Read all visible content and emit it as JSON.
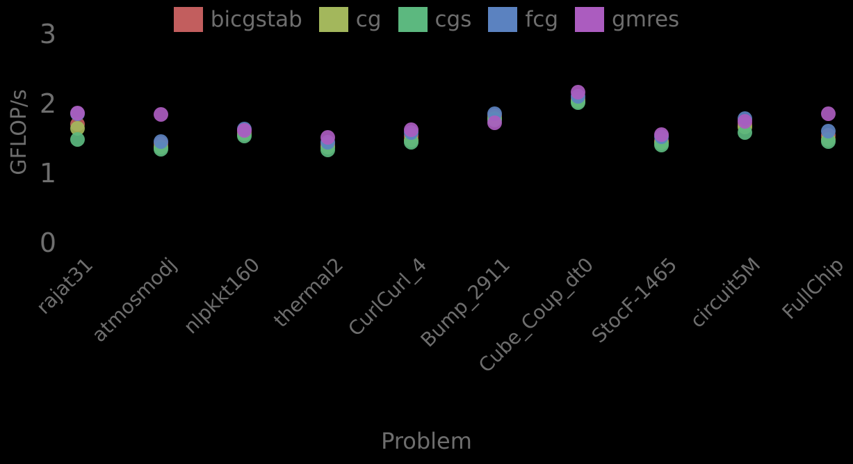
{
  "legend": {
    "position": "top-center",
    "entries": [
      {
        "label": "bicgstab",
        "color": "#c25e5e",
        "swatch_name": "legend-swatch-bicgstab"
      },
      {
        "label": "cg",
        "color": "#a3b75c",
        "swatch_name": "legend-swatch-cg"
      },
      {
        "label": "cgs",
        "color": "#5cb87f",
        "swatch_name": "legend-swatch-cgs"
      },
      {
        "label": "fcg",
        "color": "#5b82c0",
        "swatch_name": "legend-swatch-fcg"
      },
      {
        "label": "gmres",
        "color": "#ab5cbf",
        "swatch_name": "legend-swatch-gmres"
      }
    ]
  },
  "chart_data": {
    "type": "scatter",
    "title": "",
    "xlabel": "Problem",
    "ylabel": "GFLOP/s",
    "ylim": [
      0,
      3.2
    ],
    "yticks": [
      0,
      1,
      2,
      3
    ],
    "ytick_labels": [
      "0",
      "1",
      "2",
      "3"
    ],
    "grid": false,
    "background": "#000000",
    "text_color": "#6e6e6e",
    "categories": [
      "rajat31",
      "atmosmodj",
      "nlpkkt160",
      "thermal2",
      "CurlCurl_4",
      "Bump_2911",
      "Cube_Coup_dt0",
      "StocF-1465",
      "circuit5M",
      "FullChip"
    ],
    "series": [
      {
        "name": "bicgstab",
        "color": "#c25e5e",
        "values": [
          1.72,
          1.44,
          1.62,
          1.43,
          1.55,
          1.84,
          2.08,
          1.48,
          1.72,
          1.56
        ]
      },
      {
        "name": "cg",
        "color": "#a3b75c",
        "values": [
          1.66,
          1.39,
          1.58,
          1.39,
          1.49,
          1.8,
          2.05,
          1.45,
          1.68,
          1.5
        ]
      },
      {
        "name": "cgs",
        "color": "#5cb87f",
        "values": [
          1.5,
          1.36,
          1.55,
          1.35,
          1.46,
          1.78,
          2.03,
          1.42,
          1.6,
          1.47
        ]
      },
      {
        "name": "fcg",
        "color": "#5b82c0",
        "values": [
          1.87,
          1.47,
          1.65,
          1.46,
          1.6,
          1.87,
          2.12,
          1.54,
          1.8,
          1.62
        ]
      },
      {
        "name": "gmres",
        "color": "#ab5cbf",
        "values": [
          1.88,
          1.86,
          1.63,
          1.53,
          1.64,
          1.74,
          2.18,
          1.57,
          1.76,
          1.87
        ]
      }
    ]
  }
}
